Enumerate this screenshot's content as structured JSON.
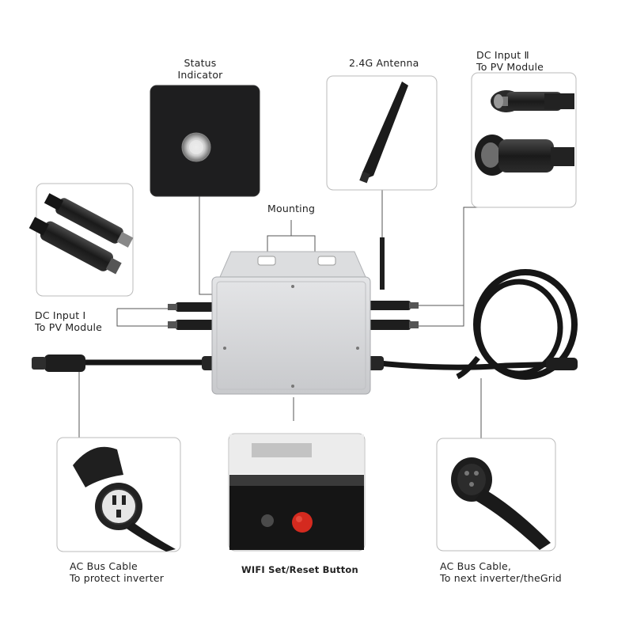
{
  "labels": {
    "status_indicator": {
      "line1": "Status",
      "line2": "Indicator"
    },
    "antenna": "2.4G Antenna",
    "dc_input_2": {
      "line1": "DC Input Ⅱ",
      "line2": "To PV Module"
    },
    "mounting": "Mounting",
    "dc_input_1": {
      "line1": "DC Input Ⅰ",
      "line2": "To PV Module"
    },
    "ac_bus_left": {
      "line1": "AC Bus Cable",
      "line2": "To protect inverter"
    },
    "wifi_button": "WIFI Set/Reset Button",
    "ac_bus_right": {
      "line1": "AC Bus Cable,",
      "line2": "To next inverter/theGrid"
    }
  },
  "colors": {
    "leader_line": "#555555",
    "panel_border": "#bbbbbb",
    "inverter_body": "#d9dadc",
    "reset_button": "#d42a1f"
  }
}
